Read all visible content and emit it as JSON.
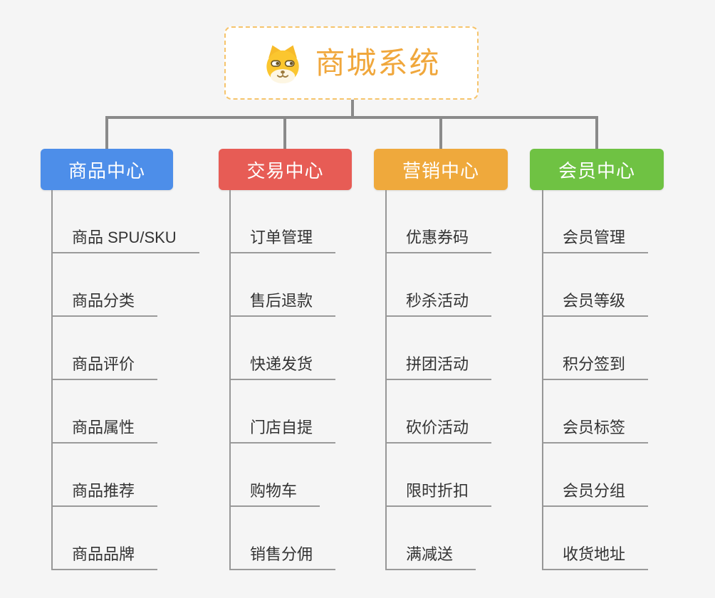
{
  "root": {
    "title": "商城系统",
    "icon": "shiba-dog-icon"
  },
  "branches": [
    {
      "label": "商品中心",
      "color": "#4d8ee9",
      "items": [
        "商品 SPU/SKU",
        "商品分类",
        "商品评价",
        "商品属性",
        "商品推荐",
        "商品品牌"
      ]
    },
    {
      "label": "交易中心",
      "color": "#e75c55",
      "items": [
        "订单管理",
        "售后退款",
        "快递发货",
        "门店自提",
        "购物车",
        "销售分佣"
      ]
    },
    {
      "label": "营销中心",
      "color": "#efa93c",
      "items": [
        "优惠券码",
        "秒杀活动",
        "拼团活动",
        "砍价活动",
        "限时折扣",
        "满减送"
      ]
    },
    {
      "label": "会员中心",
      "color": "#6fc243",
      "items": [
        "会员管理",
        "会员等级",
        "积分签到",
        "会员标签",
        "会员分组",
        "收货地址"
      ]
    }
  ],
  "colors": {
    "background": "#f5f5f5",
    "root_title": "#f0a73c",
    "root_border": "#f6c46b",
    "connector": "#8a8a8a",
    "leaf_line": "#9a9a9a",
    "leaf_text": "#333333"
  }
}
